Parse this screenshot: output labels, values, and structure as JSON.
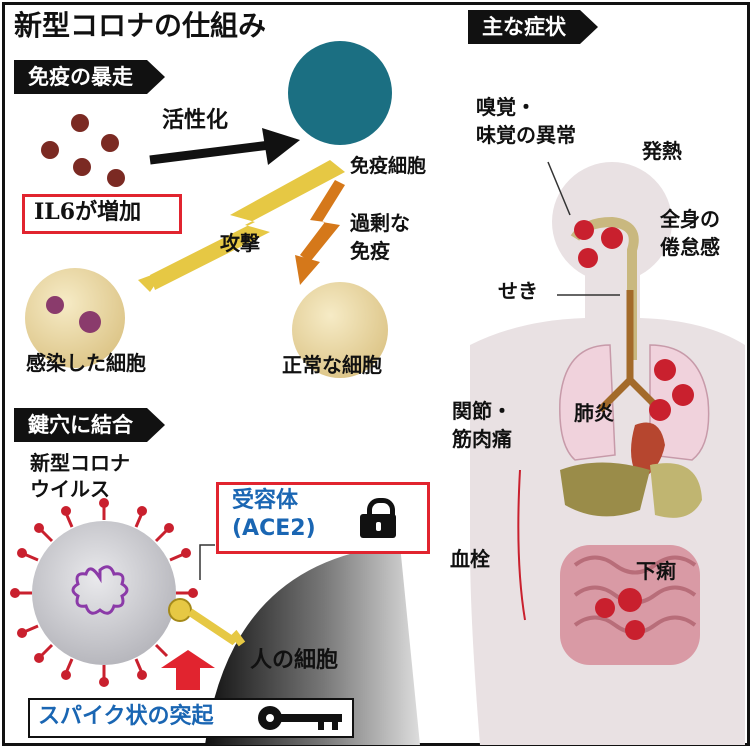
{
  "title": "新型コロナの仕組み",
  "sections": {
    "immune_runaway": "免疫の暴走",
    "symptoms": "主な症状",
    "bind_keyhole": "鍵穴に結合"
  },
  "immune": {
    "activation": "活性化",
    "immune_cell": "免疫細胞",
    "il6": "IL6が増加",
    "attack": "攻撃",
    "excess_immunity_1": "過剰な",
    "excess_immunity_2": "免疫",
    "infected_cell": "感染した細胞",
    "normal_cell": "正常な細胞"
  },
  "binding": {
    "virus_1": "新型コロナ",
    "virus_2": "ウイルス",
    "receptor_1": "受容体",
    "receptor_2": "(ACE2)",
    "human_cell": "人の細胞",
    "spike": "スパイク状の突起"
  },
  "symptoms": {
    "smell_taste_1": "嗅覚・",
    "smell_taste_2": "味覚の異常",
    "fever": "発熱",
    "fatigue_1": "全身の",
    "fatigue_2": "倦怠感",
    "cough": "せき",
    "joint_1": "関節・",
    "joint_2": "筋肉痛",
    "pneumonia": "肺炎",
    "thrombus": "血栓",
    "diarrhea": "下痢"
  },
  "colors": {
    "immune_cell": "#1b6f82",
    "cell": "#e8d49c",
    "virus": "#7b2a23",
    "infection": "#c9202e",
    "highlight": "#e1242f",
    "body": "#e9e1e3"
  }
}
